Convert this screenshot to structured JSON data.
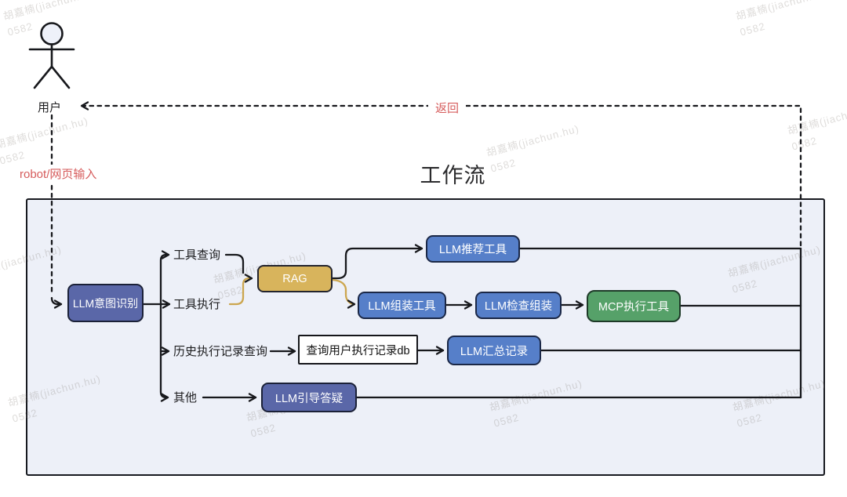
{
  "title": "工作流",
  "actor": {
    "label": "用户"
  },
  "labels": {
    "return": "返回",
    "input": "robot/网页输入"
  },
  "branches": [
    "工具查询",
    "工具执行",
    "历史执行记录查询",
    "其他"
  ],
  "nodes": {
    "intent": "LLM意图识别",
    "rag": "RAG",
    "recommend": "LLM推荐工具",
    "assemble": "LLM组装工具",
    "check": "LLM检查组装",
    "mcp": "MCP执行工具",
    "querydb": "查询用户执行记录db",
    "summary": "LLM汇总记录",
    "guide": "LLM引导答疑"
  },
  "watermark": {
    "name": "胡嘉楠(jiachun.hu)",
    "code": "0582"
  },
  "colors": {
    "indigo": "#5a67a8",
    "blue": "#567fc9",
    "green": "#56a169",
    "gold": "#d8b45c",
    "gold-line": "#cca64f",
    "line": "#17181c",
    "red": "#d65c5c",
    "panel": "#edf0f8",
    "border": "#1b2138"
  }
}
